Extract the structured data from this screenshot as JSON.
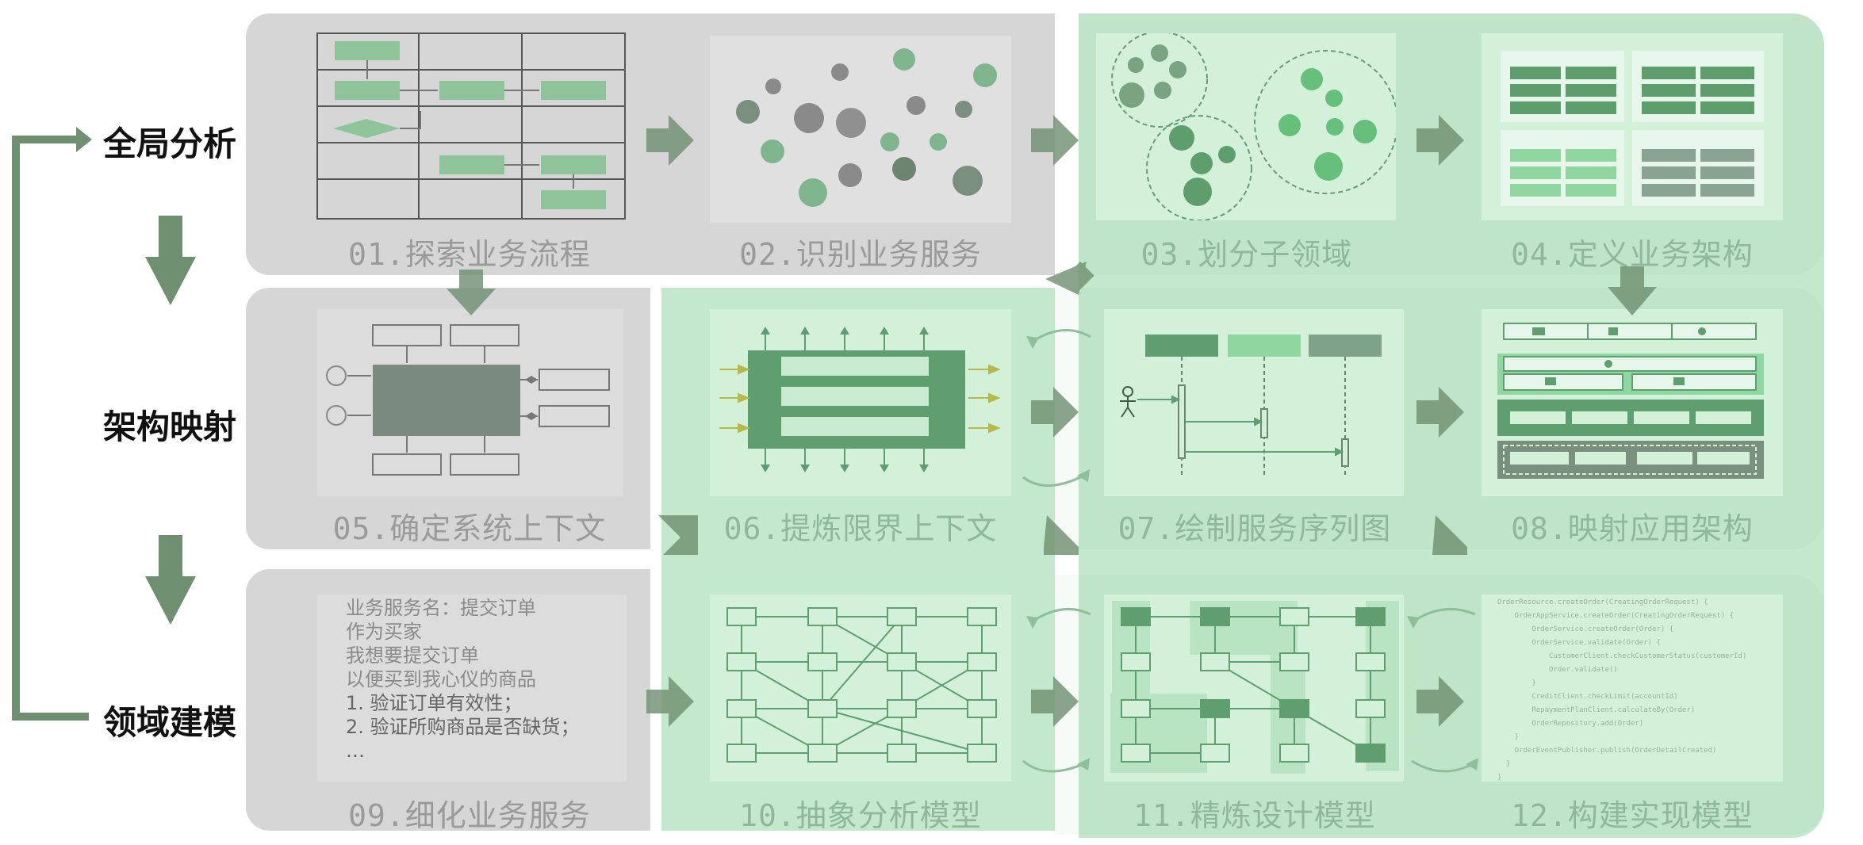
{
  "stages": [
    {
      "label": "全局分析"
    },
    {
      "label": "架构映射"
    },
    {
      "label": "领域建模"
    }
  ],
  "steps": [
    {
      "title": "01.探索业务流程"
    },
    {
      "title": "02.识别业务服务"
    },
    {
      "title": "03.划分子领域"
    },
    {
      "title": "04.定义业务架构"
    },
    {
      "title": "05.确定系统上下文"
    },
    {
      "title": "06.提炼限界上下文"
    },
    {
      "title": "07.绘制服务序列图"
    },
    {
      "title": "08.映射应用架构"
    },
    {
      "title": "09.细化业务服务"
    },
    {
      "title": "10.抽象分析模型"
    },
    {
      "title": "11.精炼设计模型"
    },
    {
      "title": "12.构建实现模型"
    }
  ],
  "user_story": {
    "lines": [
      "业务服务名：提交订单",
      "作为买家",
      "我想要提交订单",
      "以便买到我心仪的商品",
      "1. 验证订单有效性；",
      "2. 验证所购商品是否缺货；",
      "…"
    ]
  },
  "code_sample": {
    "lines": [
      "OrderResource.createOrder(CreatingOrderRequest) {",
      "    OrderAppService.createOrder(CreatingOrderRequest) {",
      "        OrderService.createOrder(Order) {",
      "        OrderService.validate(Order) {",
      "            CustomerClient.checkCustomerStatus(customerId)",
      "            Order.validate()",
      "        }",
      "        CreditClient.checkLimit(accountId)",
      "        RepaymentPlanClient.calculateBy(Order)",
      "        OrderRepository.add(Order)",
      "    }",
      "    OrderEventPublisher.publish(OrderDetailCreated)",
      "  }",
      "}"
    ]
  },
  "colors": {
    "grey_panel": "#d6d6d6",
    "green_panel": "#c4e8cc",
    "arrow_green": "#6e8f70",
    "dark_green": "#5f9e6e",
    "light_green": "#8fd6a0"
  }
}
